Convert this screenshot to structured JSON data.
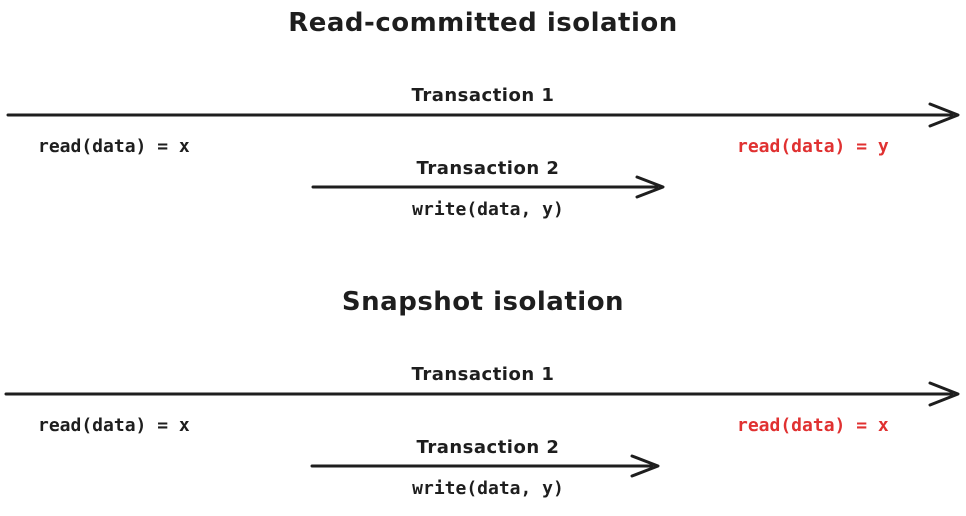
{
  "diagram": {
    "kind": "transaction-isolation-timelines",
    "colors": {
      "background": "#ffffff",
      "stroke": "#1e1e1e",
      "accent_red": "#e03131"
    },
    "sections": [
      {
        "title": "Read-committed isolation",
        "transaction1_label": "Transaction 1",
        "transaction2_label": "Transaction 2",
        "left_read": "read(data) = x",
        "right_read": "read(data) = y",
        "write": "write(data, y)"
      },
      {
        "title": "Snapshot isolation",
        "transaction1_label": "Transaction 1",
        "transaction2_label": "Transaction 2",
        "left_read": "read(data) = x",
        "right_read": "read(data) = x",
        "write": "write(data, y)"
      }
    ]
  }
}
